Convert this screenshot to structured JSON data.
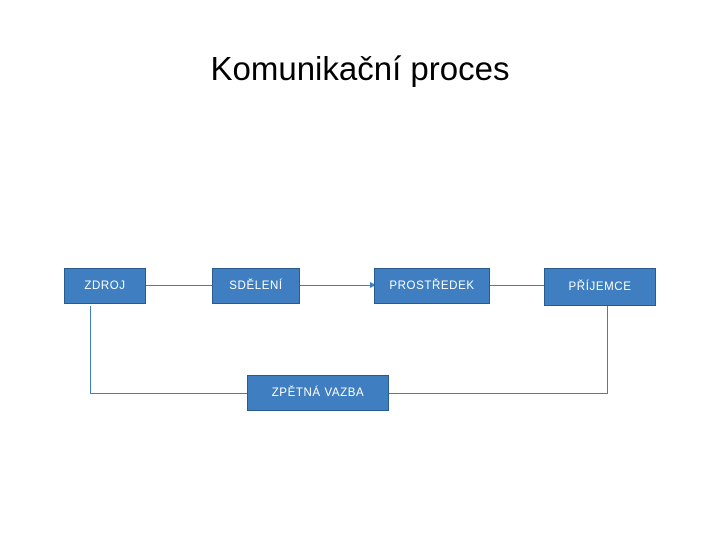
{
  "slide": {
    "title": "Komunikační proces",
    "background_color": "#ffffff",
    "accent_color": "#3f7fc1",
    "border_color": "#2a5b8f",
    "text_color": "#ffffff"
  },
  "nodes": [
    {
      "id": "zdroj",
      "label": "ZDROJ"
    },
    {
      "id": "sdeleni",
      "label": "SDĚLENÍ"
    },
    {
      "id": "prostredek",
      "label": "PROSTŘEDEK"
    },
    {
      "id": "prijemce",
      "label": "PŘÍJEMCE"
    },
    {
      "id": "zpetna-vazba",
      "label": "ZPĚTNÁ VAZBA"
    }
  ],
  "connectors": [
    {
      "id": "zdroj-to-sdeleni",
      "from": "zdroj",
      "to": "sdeleni",
      "arrow": false
    },
    {
      "id": "sdeleni-to-prostredek",
      "from": "sdeleni",
      "to": "prostredek",
      "arrow": true
    },
    {
      "id": "prostredek-to-prijemce",
      "from": "prostredek",
      "to": "prijemce",
      "arrow": false
    },
    {
      "id": "prijemce-to-zpetna-vazba",
      "from": "prijemce",
      "to": "zpetna-vazba",
      "arrow": false
    },
    {
      "id": "zpetna-vazba-to-zdroj",
      "from": "zpetna-vazba",
      "to": "zdroj",
      "arrow": false
    }
  ]
}
